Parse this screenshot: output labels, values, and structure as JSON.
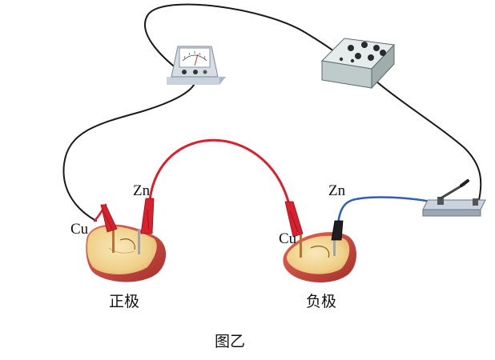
{
  "labels": {
    "left_cu": "Cu",
    "left_zn": "Zn",
    "right_cu": "Cu",
    "right_zn": "Zn",
    "positive": "正极",
    "negative": "负极",
    "caption": "图乙"
  },
  "icons": {
    "galvanometer": "galvanometer-icon",
    "resistance_box": "resistance-box-icon",
    "switch": "knife-switch-icon"
  },
  "colors": {
    "wire_black": "#1a1a1a",
    "wire_red": "#d8202e",
    "wire_blue": "#2f5fb4",
    "apple_skin": "#c7453c",
    "apple_flesh": "#f2d79a",
    "box_body": "#cfd8d8"
  }
}
